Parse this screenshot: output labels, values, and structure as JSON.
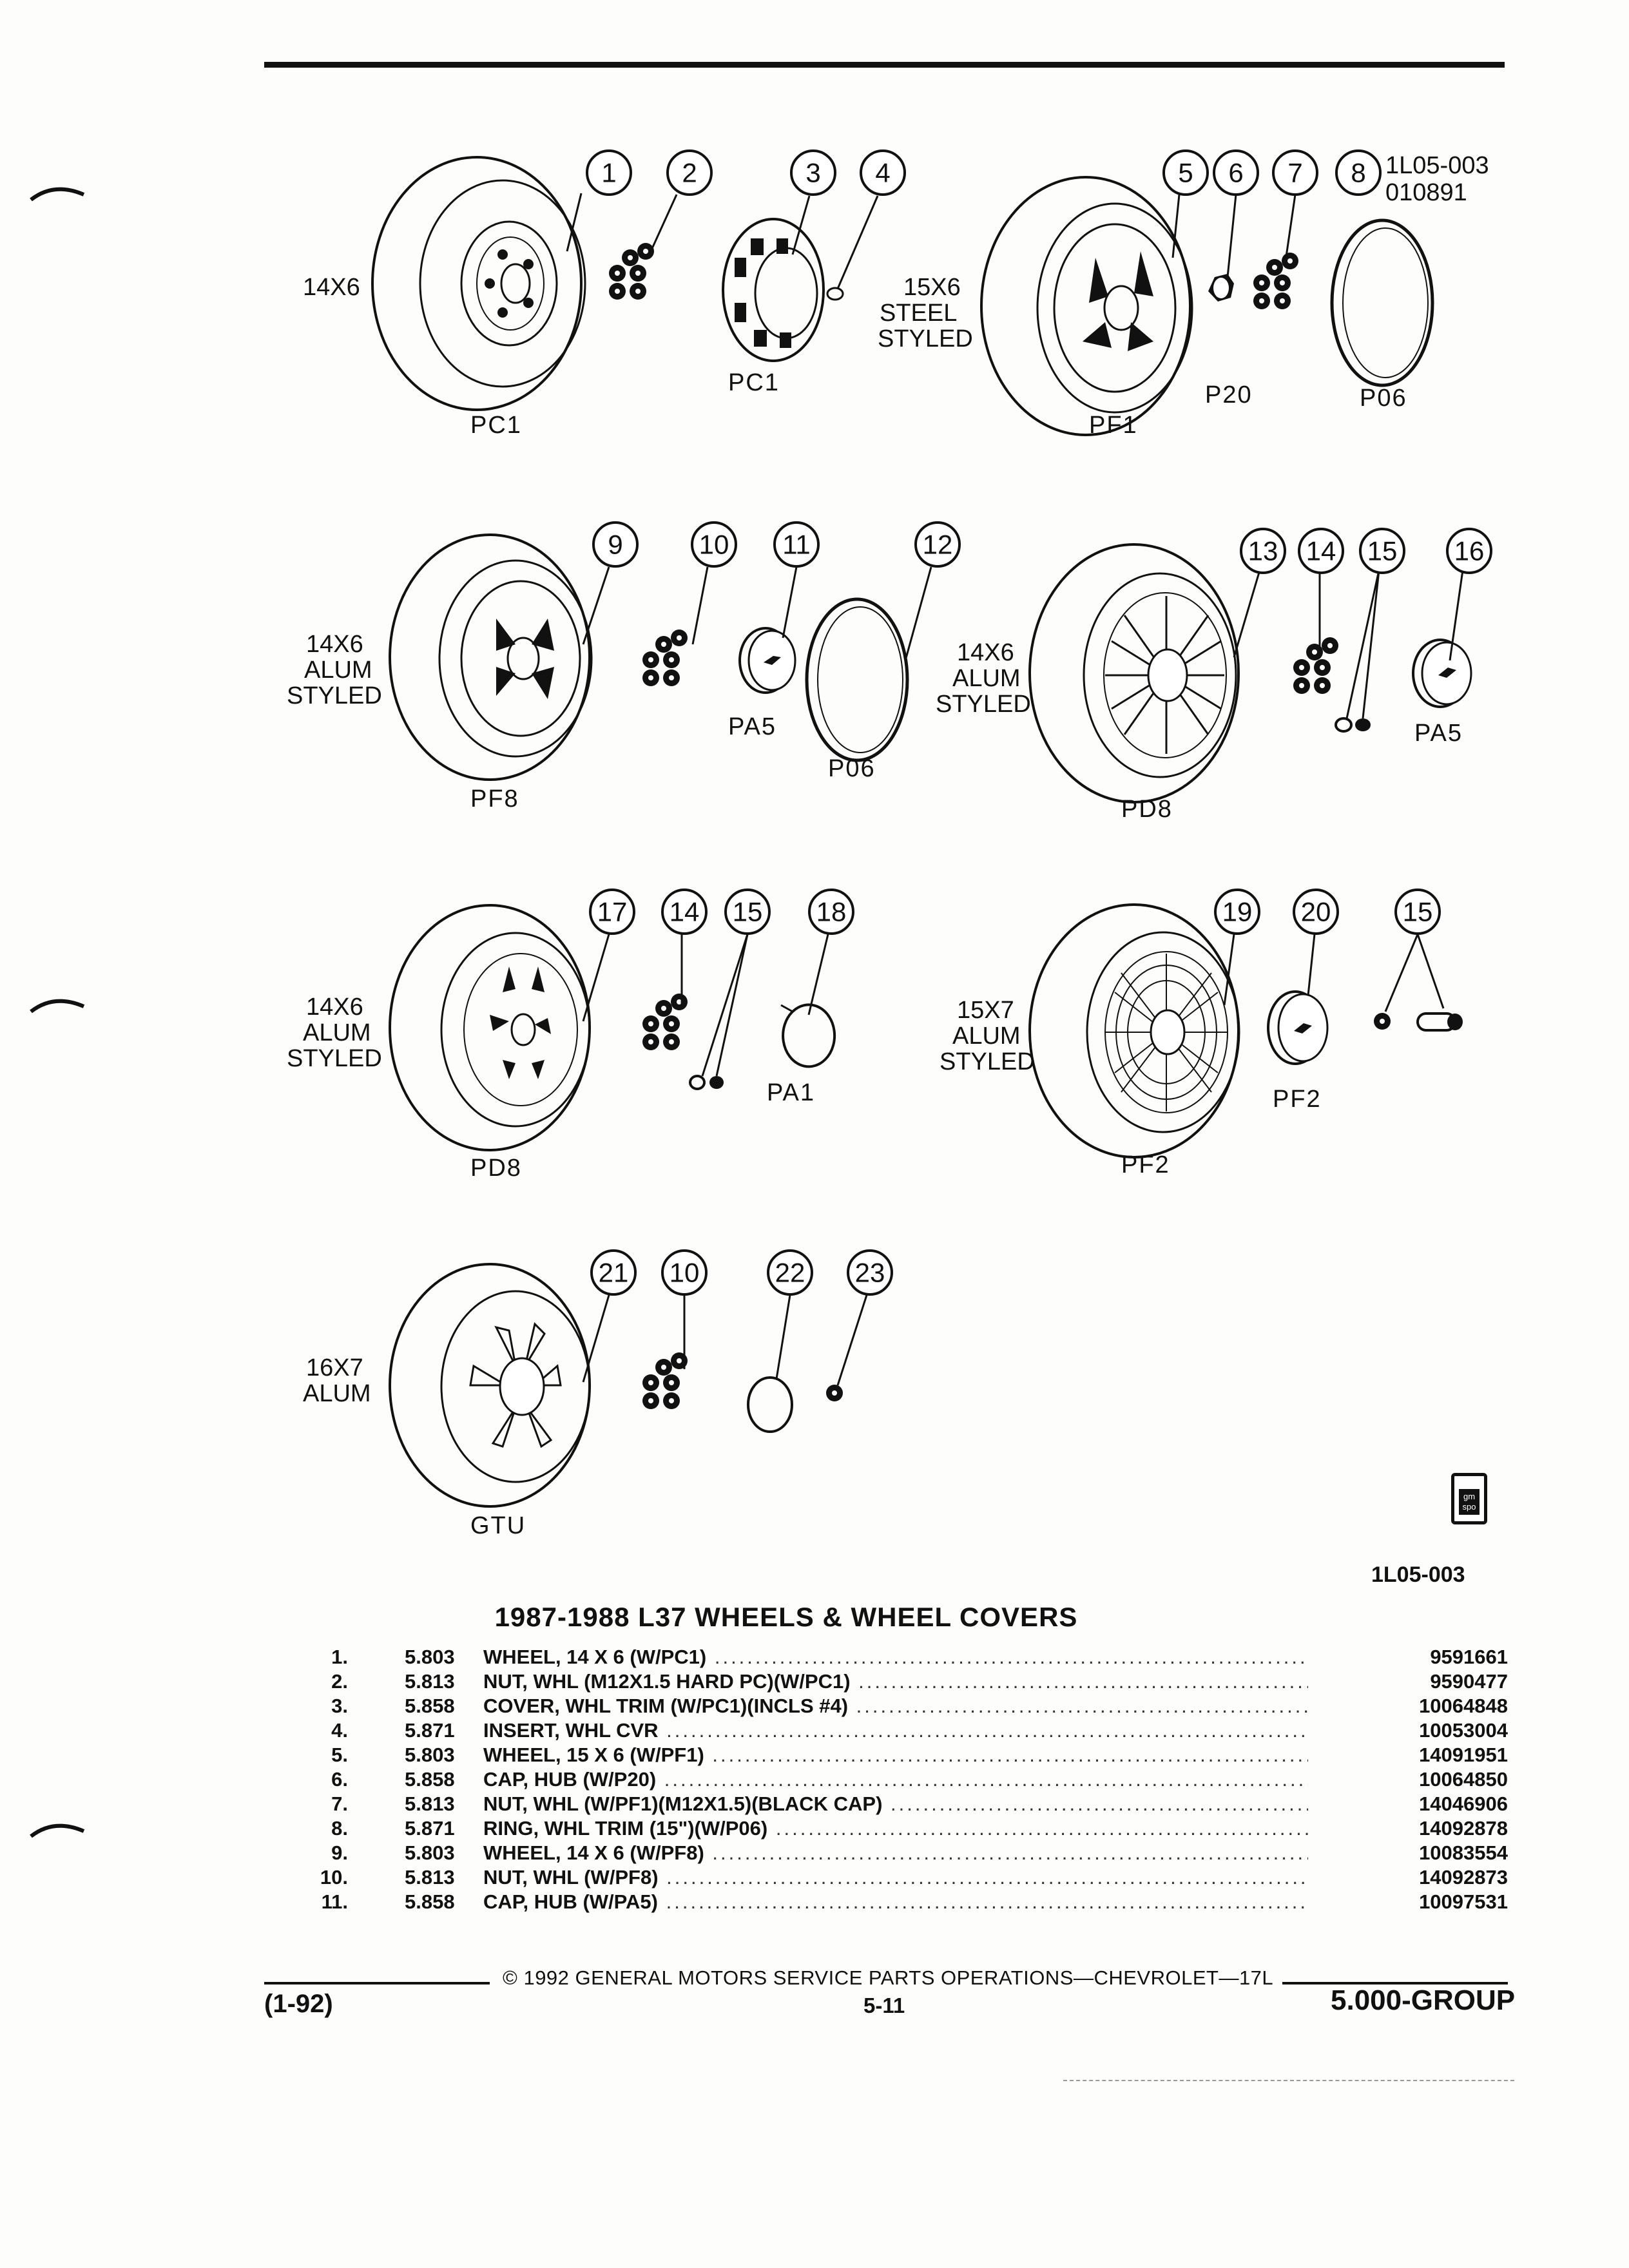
{
  "doc_ids": {
    "line1": "1L05-003",
    "line2": "010891"
  },
  "wheel_groups": [
    {
      "size_lines": [
        "14X6"
      ],
      "wheel_code": "PC1",
      "callouts": [
        "1",
        "2",
        "3",
        "4"
      ],
      "part_codes": [
        "PC1"
      ]
    },
    {
      "size_lines": [
        "15X6",
        "STEEL",
        "STYLED"
      ],
      "wheel_code": "PF1",
      "callouts": [
        "5",
        "6",
        "7",
        "8"
      ],
      "part_codes": [
        "P20",
        "P06"
      ]
    },
    {
      "size_lines": [
        "14X6",
        "ALUM",
        "STYLED"
      ],
      "wheel_code": "PF8",
      "callouts": [
        "9",
        "10",
        "11",
        "12"
      ],
      "part_codes": [
        "PA5",
        "P06"
      ]
    },
    {
      "size_lines": [
        "14X6",
        "ALUM",
        "STYLED"
      ],
      "wheel_code": "PD8",
      "callouts": [
        "13",
        "14",
        "15",
        "16"
      ],
      "part_codes": [
        "PA5"
      ]
    },
    {
      "size_lines": [
        "14X6",
        "ALUM",
        "STYLED"
      ],
      "wheel_code": "PD8",
      "callouts": [
        "17",
        "14",
        "15",
        "18"
      ],
      "part_codes": [
        "PA1"
      ]
    },
    {
      "size_lines": [
        "15X7",
        "ALUM",
        "STYLED"
      ],
      "wheel_code": "PF2",
      "callouts": [
        "19",
        "20",
        "15"
      ],
      "part_codes": [
        "PF2"
      ]
    },
    {
      "size_lines": [
        "16X7",
        "ALUM"
      ],
      "wheel_code": "GTU",
      "callouts": [
        "21",
        "10",
        "22",
        "23"
      ],
      "part_codes": []
    }
  ],
  "logo": {
    "text": "gm spo"
  },
  "figure_ref": "1L05-003",
  "section_title": "1987-1988 L37 WHEELS & WHEEL COVERS",
  "parts": [
    {
      "num": "1.",
      "group": "5.803",
      "name": "WHEEL",
      "detail": ", 14 X 6 (W/PC1)",
      "part_no": "9591661"
    },
    {
      "num": "2.",
      "group": "5.813",
      "name": "NUT",
      "detail": ", WHL (M12X1.5 HARD PC)(W/PC1)",
      "part_no": "9590477"
    },
    {
      "num": "3.",
      "group": "5.858",
      "name": "COVER",
      "detail": ", WHL TRIM (W/PC1)(INCLS #4)",
      "part_no": "10064848"
    },
    {
      "num": "4.",
      "group": "5.871",
      "name": "INSERT",
      "detail": ", WHL CVR",
      "part_no": "10053004"
    },
    {
      "num": "5.",
      "group": "5.803",
      "name": "WHEEL",
      "detail": ", 15 X 6 (W/PF1)",
      "part_no": "14091951"
    },
    {
      "num": "6.",
      "group": "5.858",
      "name": "CAP",
      "detail": ", HUB (W/P20)",
      "part_no": "10064850"
    },
    {
      "num": "7.",
      "group": "5.813",
      "name": "NUT",
      "detail": ", WHL (W/PF1)(M12X1.5)(BLACK CAP)",
      "part_no": "14046906"
    },
    {
      "num": "8.",
      "group": "5.871",
      "name": "RING",
      "detail": ", WHL TRIM (15\")(W/P06)",
      "part_no": "14092878"
    },
    {
      "num": "9.",
      "group": "5.803",
      "name": "WHEEL",
      "detail": ", 14 X 6 (W/PF8)",
      "part_no": "10083554"
    },
    {
      "num": "10.",
      "group": "5.813",
      "name": "NUT",
      "detail": ", WHL (W/PF8)",
      "part_no": "14092873"
    },
    {
      "num": "11.",
      "group": "5.858",
      "name": "CAP",
      "detail": ", HUB (W/PA5)",
      "part_no": "10097531"
    }
  ],
  "footer": {
    "copyright": "© 1992 GENERAL MOTORS SERVICE PARTS OPERATIONS—CHEVROLET—17L",
    "date": "(1-92)",
    "page": "5-11",
    "group": "5.000-GROUP"
  }
}
